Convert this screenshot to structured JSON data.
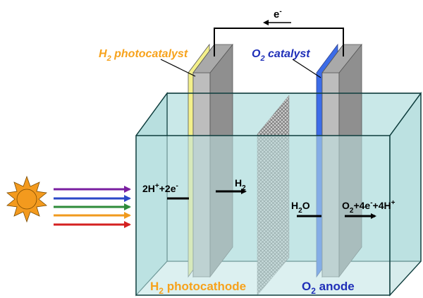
{
  "labels": {
    "electron": "e",
    "electron_sup": "-",
    "h2_catalyst_pre": "H",
    "h2_catalyst_sub": "2",
    "h2_catalyst_post": " photocatalyst",
    "o2_catalyst_pre": "O",
    "o2_catalyst_sub": "2",
    "o2_catalyst_post": " catalyst",
    "cathode_reactant_a": "2H",
    "cathode_reactant_a_sup": "+",
    "cathode_reactant_b": "+2e",
    "cathode_reactant_b_sup": "-",
    "cathode_product_pre": "H",
    "cathode_product_sub": "2",
    "anode_reactant_pre": "H",
    "anode_reactant_sub": "2",
    "anode_reactant_post": "O",
    "anode_product_a": "O",
    "anode_product_a_sub": "2",
    "anode_product_b": "+4e",
    "anode_product_b_sup": "-",
    "anode_product_c": "+4H",
    "anode_product_c_sup": "+",
    "photocathode_pre": "H",
    "photocathode_sub": "2",
    "photocathode_post": " photocathode",
    "anode_pre": "O",
    "anode_sub": "2",
    "anode_post": " anode"
  },
  "colors": {
    "h2_label": "#F7A21B",
    "o2_label": "#1F2FB8",
    "tank_fill": "#BFE3E3",
    "tank_stroke": "#0E3D3D",
    "photocatalyst_layer": "#F4F08A",
    "anode_catalyst_layer": "#3C6CE8",
    "electrode_gray": "#9C9C9C",
    "sun": "#F39A1E",
    "ray_purple": "#7A1FA0",
    "ray_blue": "#2B48C8",
    "ray_green": "#2E8B3A",
    "ray_orange": "#F09A1E",
    "ray_red": "#D42020"
  }
}
